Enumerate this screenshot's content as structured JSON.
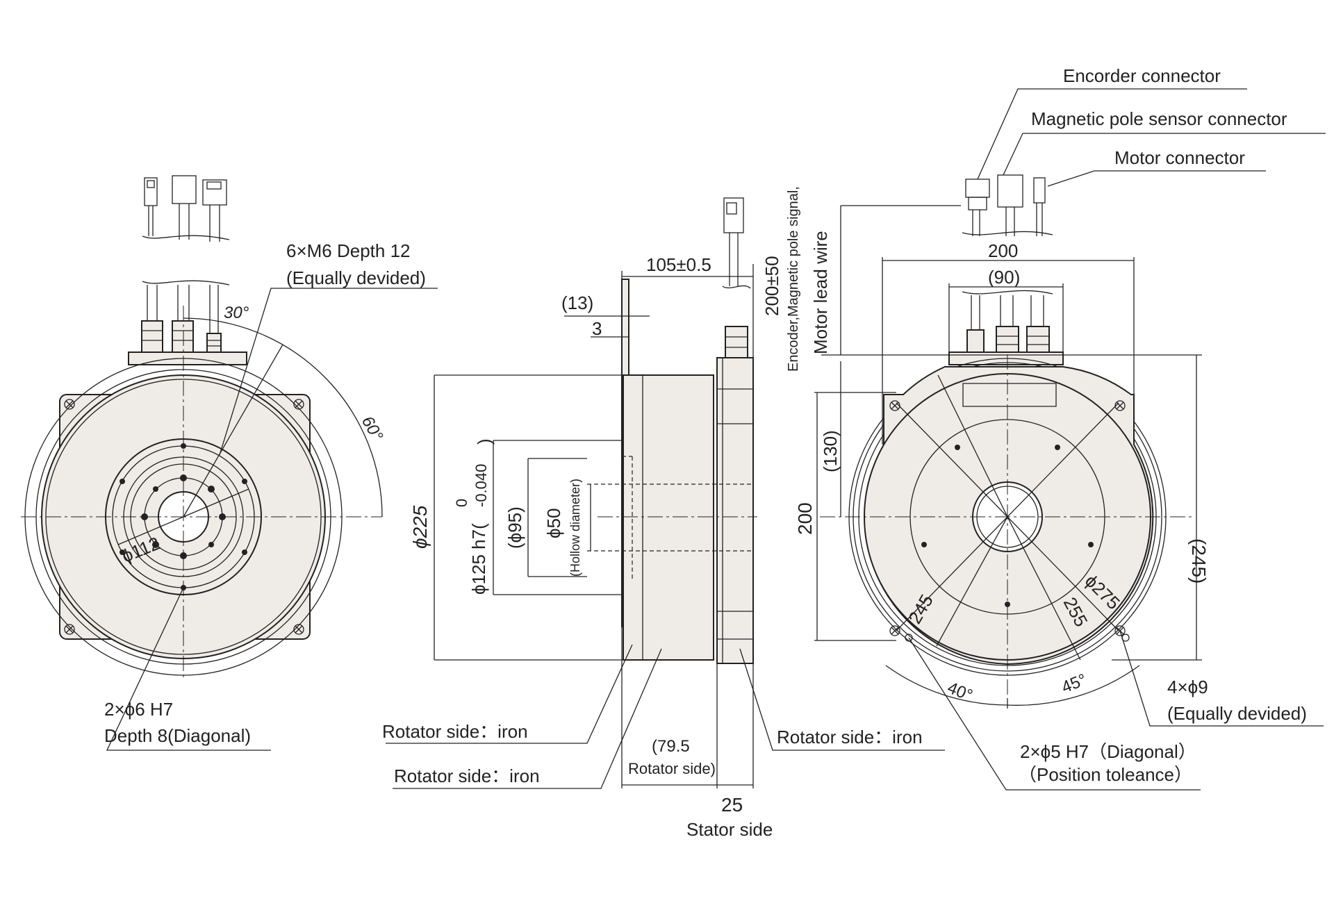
{
  "labels": {
    "encoder_connector": "Encorder connector",
    "magnetic_pole_connector": "Magnetic pole sensor connector",
    "motor_connector": "Motor connector",
    "m6_line1": "6×M6 Depth 12",
    "m6_line2": "(Equally devided)",
    "angle30": "30°",
    "angle60": "60°",
    "phi112": "ϕ112",
    "pin_line1": "2×ϕ6 H7",
    "pin_line2": "Depth 8(Diagonal)",
    "dim105": "105±0.5",
    "dim13": "(13)",
    "dim3": "3",
    "phi225": "ϕ225",
    "phi125": "ϕ125 h7(",
    "phi125_tol_upper": "0",
    "phi125_tol_lower": "-0.040",
    "phi125_close": ")",
    "phi95": "(ϕ95)",
    "phi50": "ϕ50",
    "hollow": "(Hollow diameter)",
    "lead_line1": "200±50",
    "lead_line2": "Encoder,Magnetic pole signal,",
    "lead_line3": "Motor lead wire",
    "rotator_iron_a": "Rotator side：iron",
    "rotator_iron_b": "Rotator side：iron",
    "rotator_iron_c": "Rotator side：iron",
    "dim795_line1": "(79.5",
    "dim795_line2": "Rotator side)",
    "dim25": "25",
    "stator_side": "Stator side",
    "dim200_top": "200",
    "dim90": "(90)",
    "dim130": "(130)",
    "dim200_side": "200",
    "dim245_side": "(245)",
    "phi275": "ϕ275",
    "dim245_diag": "245",
    "dim255": "255",
    "angle40": "40°",
    "angle45": "45°",
    "holes_line1": "4×ϕ9",
    "holes_line2": "(Equally devided)",
    "pos_line1": "2×ϕ5 H7（Diagonal）",
    "pos_line2": "（Position toleance）"
  }
}
